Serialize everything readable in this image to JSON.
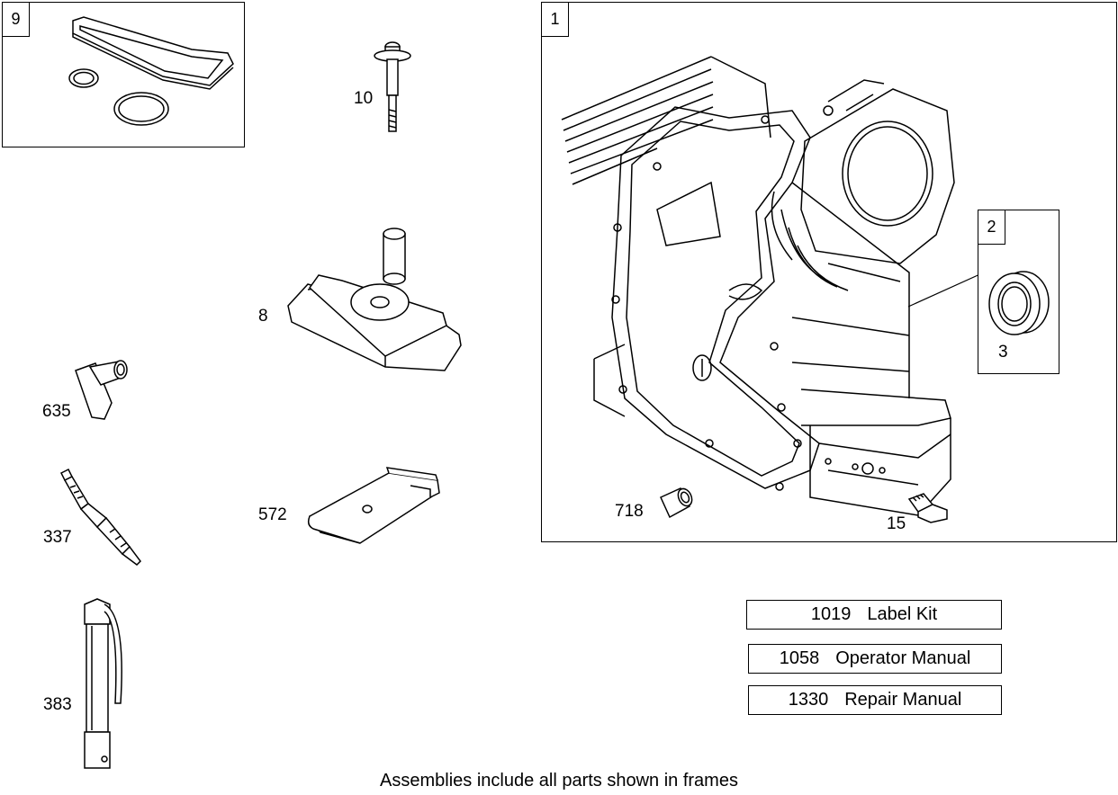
{
  "frames": [
    {
      "id": "frame-9",
      "tag": "9"
    },
    {
      "id": "frame-1",
      "tag": "1"
    },
    {
      "id": "frame-2",
      "tag": "2"
    }
  ],
  "callouts": {
    "part_10": "10",
    "part_8": "8",
    "part_635": "635",
    "part_337": "337",
    "part_572": "572",
    "part_383": "383",
    "part_3": "3",
    "part_718": "718",
    "part_15": "15"
  },
  "documents": [
    {
      "number": "1019",
      "title": "Label Kit"
    },
    {
      "number": "1058",
      "title": "Operator Manual"
    },
    {
      "number": "1330",
      "title": "Repair Manual"
    }
  ],
  "footer_note": "Assemblies include all parts shown in frames",
  "colors": {
    "line": "#000000",
    "background": "#ffffff"
  }
}
